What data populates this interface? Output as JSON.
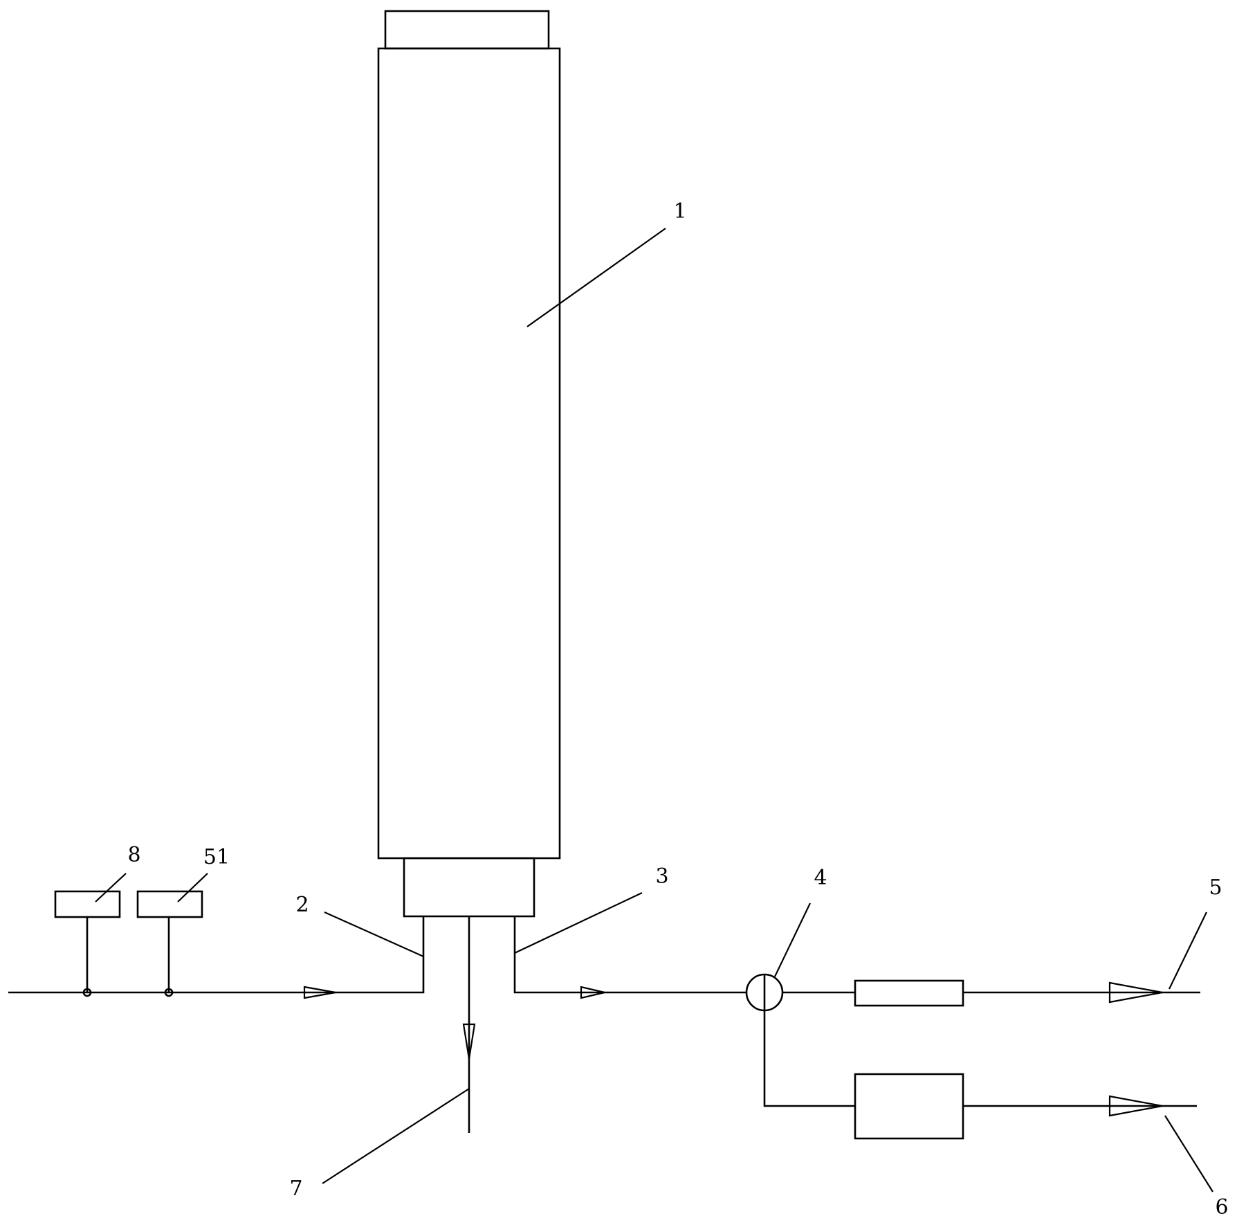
{
  "labels": {
    "l1": "1",
    "l2": "2",
    "l3": "3",
    "l4": "4",
    "l5": "5",
    "l6": "6",
    "l7": "7",
    "l8": "8",
    "l51": "51"
  },
  "colors": {
    "stroke": "#000000",
    "background": "#ffffff"
  }
}
